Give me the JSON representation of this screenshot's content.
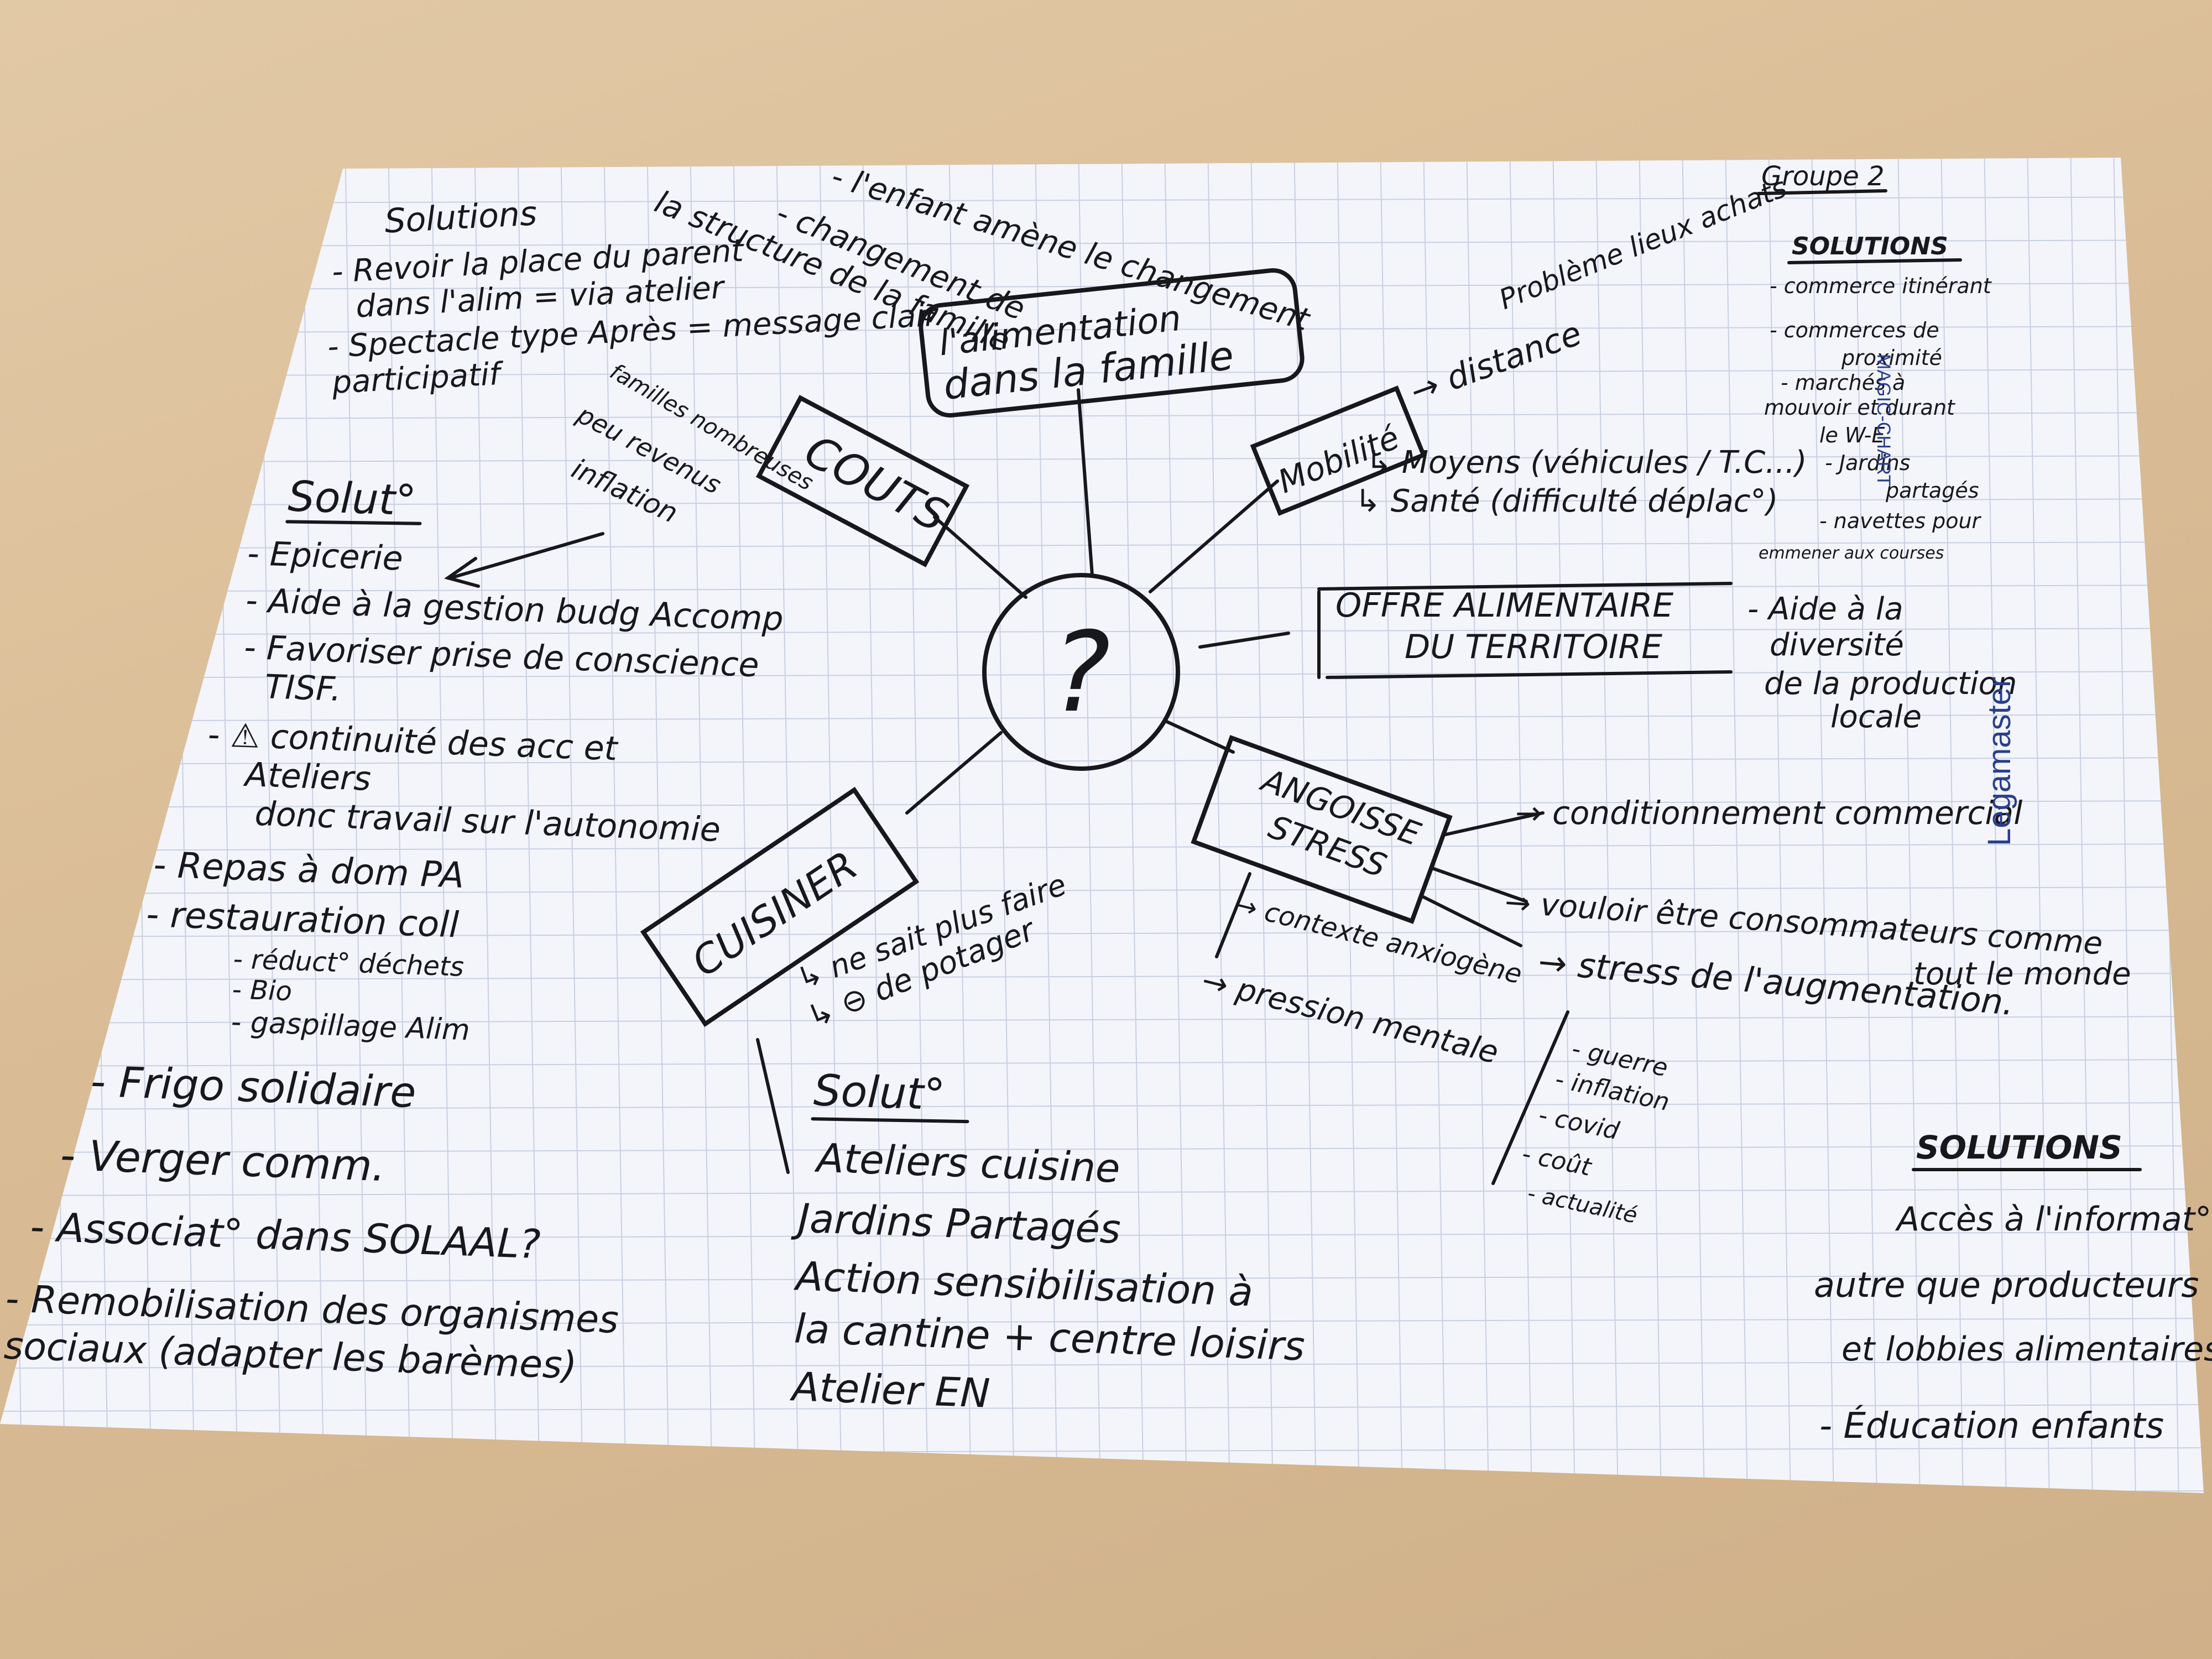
{
  "center": {
    "symbol": "?"
  },
  "top_theme": {
    "title_line1": "l'alimentation",
    "title_line2": "dans la famille",
    "notes": [
      "- l'enfant amène le changement",
      "- changement de",
      "la structure de la famille"
    ]
  },
  "group": {
    "label": "Groupe 2"
  },
  "top_left_solutions": {
    "heading": "Solutions",
    "lines": [
      "- Revoir la place du parent",
      "dans l'alim = via atelier",
      "- Spectacle type Après = message clair",
      "participatif"
    ]
  },
  "couts": {
    "title": "COUTS",
    "notes": [
      "familles nombreuses",
      "peu revenus",
      "inflation"
    ]
  },
  "left_solutions": {
    "heading": "Solut°",
    "lines": [
      "- Epicerie",
      "- Aide à la gestion budg Accomp",
      "- Favoriser prise de conscience",
      "TISF.",
      "- ⚠ continuité des acc et",
      "Ateliers",
      "donc travail sur l'autonomie",
      "- Repas à dom PA",
      "- restauration coll",
      "- réduct° déchets",
      "- Bio",
      "- gaspillage Alim",
      "- Frigo solidaire",
      "- Verger comm.",
      "- Associat° dans SOLAAL?",
      "- Remobilisation des organismes",
      "sociaux (adapter les barèmes)"
    ]
  },
  "mobilite": {
    "title": "Mobilité",
    "notes": [
      "→ distance",
      "Problème lieux achats",
      "↳ Moyens (véhicules / T.C...)",
      "↳ Santé (difficulté déplac°)"
    ]
  },
  "right_solutions": {
    "heading": "SOLUTIONS",
    "lines": [
      "- commerce itinérant",
      "- commerces de",
      "proximité",
      "- marchés à",
      "mouvoir et durant",
      "le W-E",
      "- Jardins",
      "partagés",
      "- navettes pour",
      "emmener aux courses"
    ]
  },
  "offre": {
    "title_line1": "OFFRE ALIMENTAIRE",
    "title_line2": "DU TERRITOIRE",
    "notes": [
      "- Aide à la",
      "diversité",
      "de la production",
      "locale"
    ]
  },
  "angoisse": {
    "title_line1": "ANGOISSE",
    "title_line2": "STRESS",
    "notes": [
      "→ conditionnement commercial",
      "→ vouloir être consommateurs comme",
      "tout le monde",
      "→ stress de l'augmentation.",
      "→ contexte anxiogène",
      "→ pression mentale",
      "- guerre",
      "- inflation",
      "- covid",
      "- coût",
      "- actualité"
    ]
  },
  "bottom_right_solutions": {
    "heading": "SOLUTIONS",
    "lines": [
      "Accès à l'informat°",
      "autre que producteurs",
      "et lobbies alimentaires",
      "- Éducation enfants"
    ]
  },
  "cuisiner": {
    "title": "CUISINER",
    "notes": [
      "↳ ne sait plus faire",
      "↳ ⊖ de potager"
    ]
  },
  "bottom_solutions": {
    "heading": "Solut°",
    "lines": [
      "Ateliers cuisine",
      "Jardins Partagés",
      "Action sensibilisation à",
      "la cantine + centre loisirs",
      "Atelier EN"
    ]
  },
  "brand": {
    "name": "Legamaster",
    "tag": "MAGIC-CHART"
  },
  "colors": {
    "ink": "#17171c",
    "paper": "#f3f5fb",
    "grid": "#c9d0e2",
    "table": "#d9bc95",
    "brand": "#2a3e8c"
  }
}
